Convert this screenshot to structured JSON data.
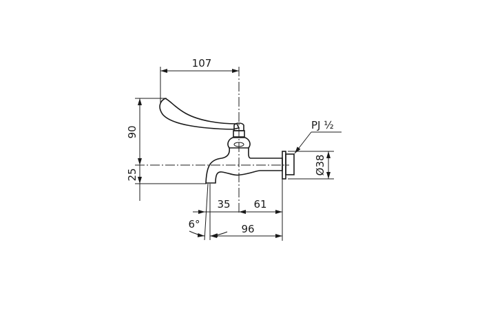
{
  "drawing": {
    "dimensions": {
      "handle_reach": "107",
      "handle_height": "90",
      "spout_height": "25",
      "spout_offset": "35",
      "body_length": "61",
      "total_length": "96",
      "spout_angle": "6°",
      "flange_diameter": "Ø38",
      "thread": "PJ ½"
    }
  }
}
